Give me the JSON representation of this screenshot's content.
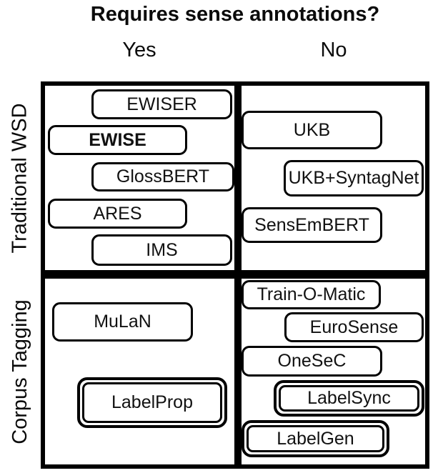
{
  "title": "Requires sense annotations?",
  "columns": [
    {
      "label": "Yes"
    },
    {
      "label": "No"
    }
  ],
  "rows": [
    {
      "label": "Traditional WSD"
    },
    {
      "label": "Corpus Tagging"
    }
  ],
  "quadrants": {
    "traditional_yes": {
      "items": [
        {
          "label": "EWISER"
        },
        {
          "label": "EWISE"
        },
        {
          "label": "GlossBERT"
        },
        {
          "label": "ARES"
        },
        {
          "label": "IMS"
        }
      ]
    },
    "traditional_no": {
      "items": [
        {
          "label": "UKB"
        },
        {
          "label": "UKB+SyntagNet"
        },
        {
          "label": "SensEmBERT"
        }
      ]
    },
    "corpus_yes": {
      "items": [
        {
          "label": "MuLaN"
        },
        {
          "label": "LabelProp"
        }
      ]
    },
    "corpus_no": {
      "items": [
        {
          "label": "Train-O-Matic"
        },
        {
          "label": "EuroSense"
        },
        {
          "label": "OneSeC"
        },
        {
          "label": "LabelSync"
        },
        {
          "label": "LabelGen"
        }
      ]
    }
  },
  "colors": {
    "background": "#ffffff",
    "border": "#000000",
    "text": "#111111"
  }
}
